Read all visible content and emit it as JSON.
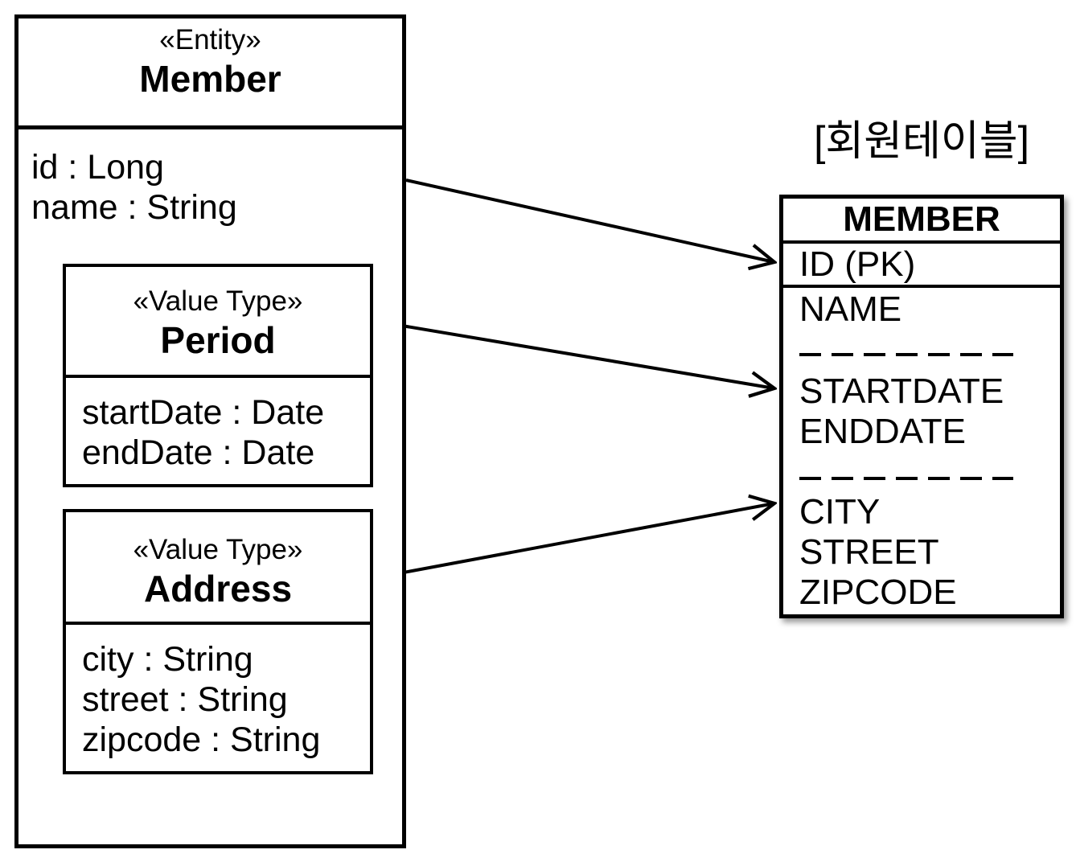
{
  "entity": {
    "stereotype": "«Entity»",
    "name": "Member",
    "attributes": [
      "id : Long",
      "name : String"
    ],
    "value_types": [
      {
        "stereotype": "«Value Type»",
        "name": "Period",
        "attributes": [
          "startDate : Date",
          "endDate : Date"
        ]
      },
      {
        "stereotype": "«Value Type»",
        "name": "Address",
        "attributes": [
          "city : String",
          "street : String",
          "zipcode : String"
        ]
      }
    ]
  },
  "table": {
    "caption": "[회원테이블]",
    "name": "MEMBER",
    "primary_key_row": "ID (PK)",
    "rows": [
      "NAME",
      "STARTDATE",
      "ENDDATE",
      "CITY",
      "STREET",
      "ZIPCODE"
    ]
  },
  "colors": {
    "line": "#000000",
    "background": "#ffffff"
  }
}
